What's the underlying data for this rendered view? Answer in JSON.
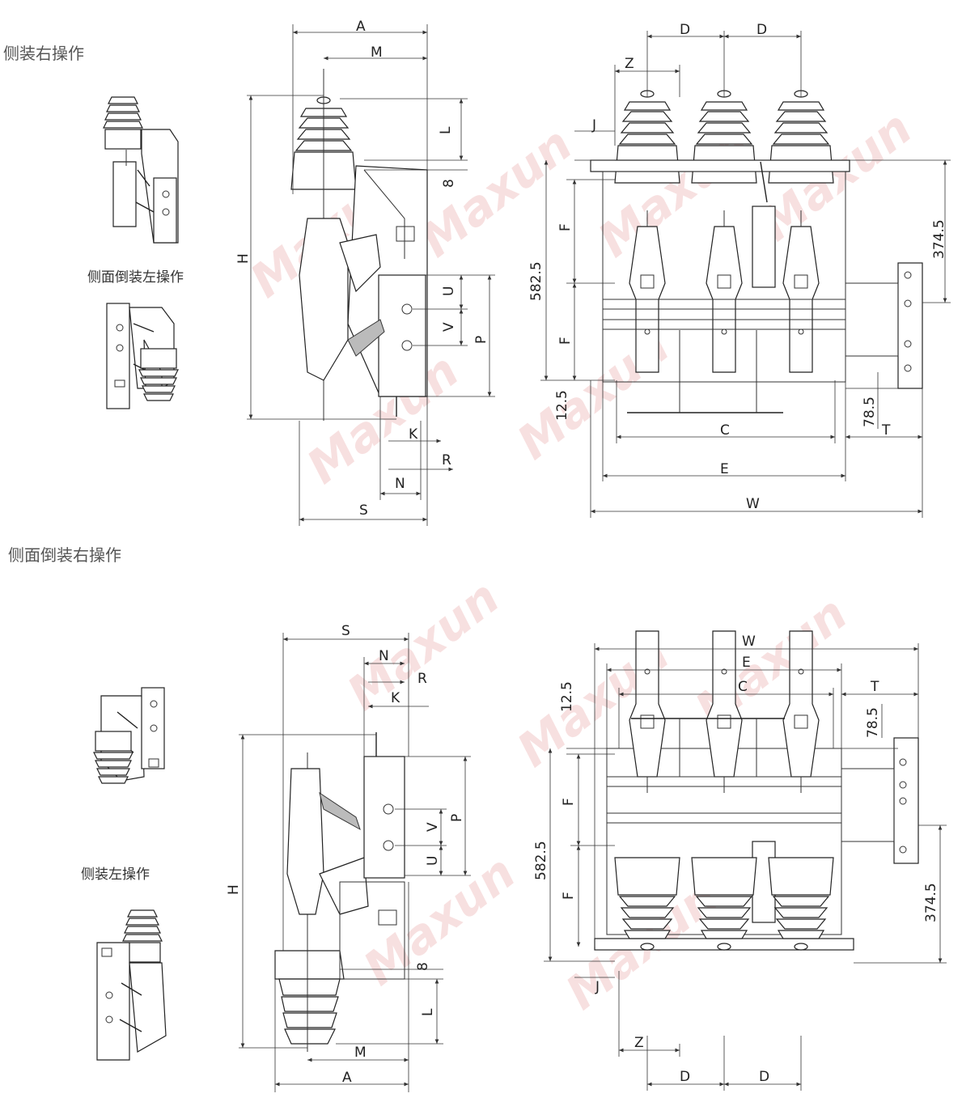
{
  "captions": {
    "top_section": "侧装右操作",
    "top_inset": "侧面倒装左操作",
    "bottom_section": "侧面倒装右操作",
    "bottom_inset": "侧装左操作"
  },
  "watermark": "Maxun",
  "top_side_view": {
    "A": "A",
    "M": "M",
    "L": "L",
    "eight": "8",
    "H": "H",
    "U": "U",
    "V": "V",
    "P": "P",
    "K": "K",
    "R": "R",
    "N": "N",
    "S": "S"
  },
  "top_front_view": {
    "D1": "D",
    "D2": "D",
    "Z": "Z",
    "J": "J",
    "F1": "F",
    "F2": "F",
    "h582": "582.5",
    "h374": "374.5",
    "h12": "12.5",
    "h78": "78.5",
    "C": "C",
    "E": "E",
    "W": "W",
    "T": "T"
  },
  "bottom_side_view": {
    "S": "S",
    "N": "N",
    "R": "R",
    "K": "K",
    "P": "P",
    "V": "V",
    "U": "U",
    "H": "H",
    "eight": "8",
    "L": "L",
    "M": "M",
    "A": "A"
  },
  "bottom_front_view": {
    "W": "W",
    "E": "E",
    "C": "C",
    "T": "T",
    "h12": "12.5",
    "h78": "78.5",
    "F1": "F",
    "F2": "F",
    "h582": "582.5",
    "h374": "374.5",
    "J": "J",
    "Z": "Z",
    "D1": "D",
    "D2": "D"
  },
  "colors": {
    "line": "#333333",
    "watermark": "#f2c7c7",
    "caption": "#555555"
  }
}
